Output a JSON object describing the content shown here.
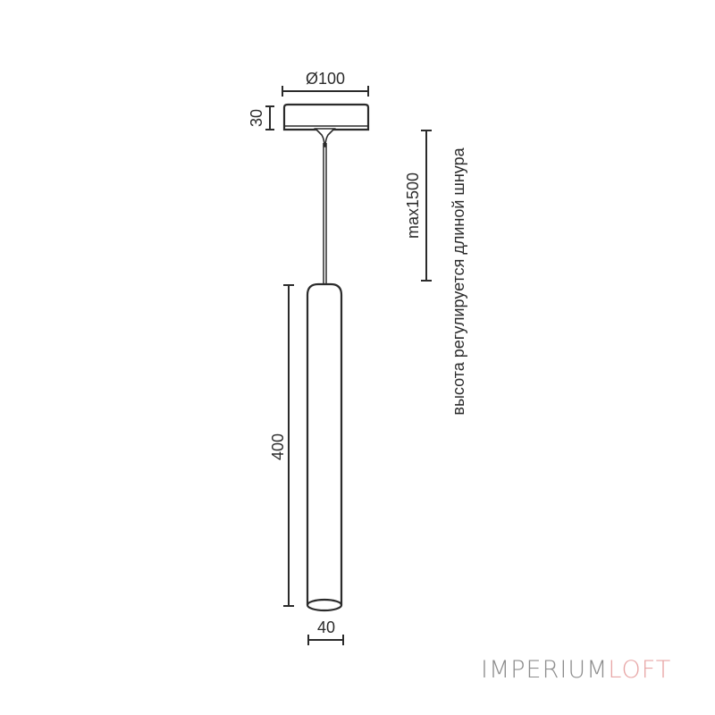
{
  "diagram": {
    "type": "pendant lamp technical drawing",
    "dimensions": {
      "canopy_diameter": "Ø100",
      "canopy_height": "30",
      "cord_length": "max1500",
      "body_length": "400",
      "body_diameter": "40"
    },
    "note": "высота регулируется длиной шнура",
    "line_color": "#2b2b2b"
  },
  "logo": {
    "part1": "IMPERIUM",
    "part2": "LOFT",
    "color1": "#8d8d8d",
    "color2": "#e8a6a6"
  }
}
